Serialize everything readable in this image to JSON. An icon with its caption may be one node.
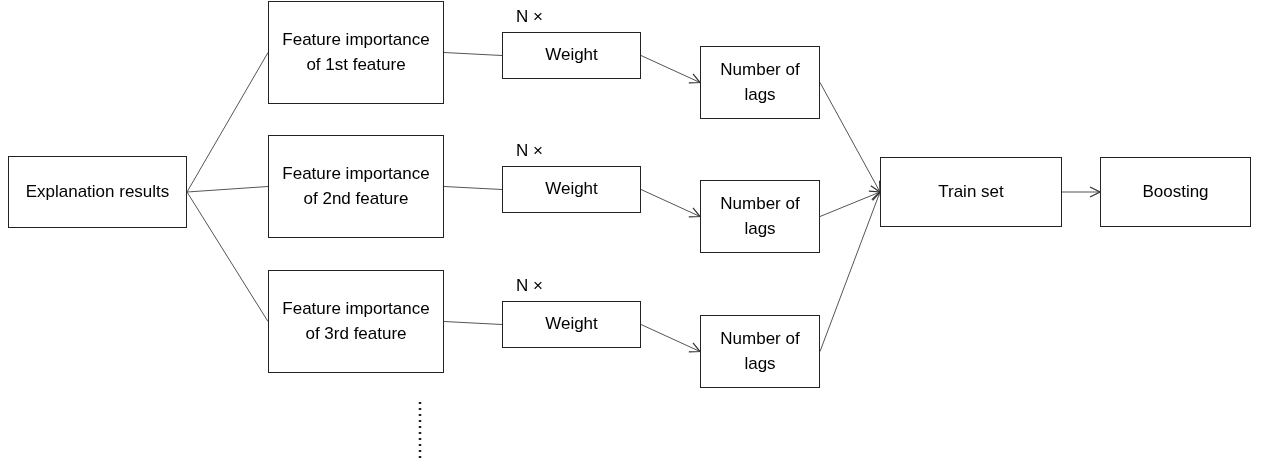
{
  "diagram": {
    "nodes": [
      {
        "text": [
          "Explanation results"
        ]
      },
      {
        "text": [
          "Feature importance of 1st feature"
        ]
      },
      {
        "text": [
          "Feature importance of 2nd feature"
        ]
      },
      {
        "text": [
          "Feature importance of 3rd feature"
        ]
      },
      {
        "text": [
          "Weight"
        ],
        "beside": [
          "N ×"
        ]
      },
      {
        "text": [
          "Weight"
        ],
        "beside": [
          "N ×"
        ]
      },
      {
        "text": [
          "Weight"
        ],
        "beside": [
          "N ×"
        ]
      },
      {
        "text": [
          "Number of lags"
        ]
      },
      {
        "text": [
          "Number of lags"
        ]
      },
      {
        "text": [
          "Number of lags"
        ]
      },
      {
        "text": [
          "Train set"
        ]
      },
      {
        "text": [
          "Boosting"
        ]
      }
    ],
    "edges": [
      {
        "from": 0,
        "to": 1,
        "arrow": "none"
      },
      {
        "from": 0,
        "to": 2,
        "arrow": "none"
      },
      {
        "from": 0,
        "to": 3,
        "arrow": "none"
      },
      {
        "from": 1,
        "to": 4,
        "arrow": "none"
      },
      {
        "from": 2,
        "to": 5,
        "arrow": "none"
      },
      {
        "from": 3,
        "to": 6,
        "arrow": "none"
      },
      {
        "from": 4,
        "to": 7,
        "arrow": "to"
      },
      {
        "from": 5,
        "to": 8,
        "arrow": "to"
      },
      {
        "from": 6,
        "to": 9,
        "arrow": "to"
      },
      {
        "from": 7,
        "to": 10,
        "arrow": "to"
      },
      {
        "from": 8,
        "to": 10,
        "arrow": "to"
      },
      {
        "from": 9,
        "to": 10,
        "arrow": "to"
      },
      {
        "from": 10,
        "to": 11,
        "arrow": "to"
      }
    ]
  }
}
